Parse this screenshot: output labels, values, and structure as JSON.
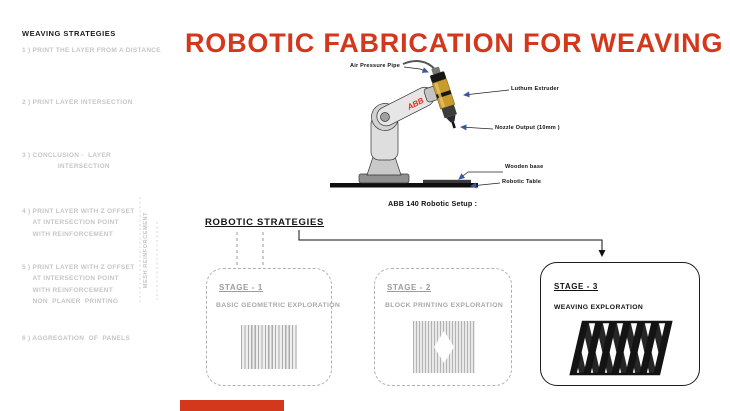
{
  "accent_color": "#d4381c",
  "brand_red": "#e0301e",
  "extruder_gold": "#c99a2e",
  "header": {
    "title": "ROBOTIC  FABRICATION FOR WEAVING"
  },
  "sidebar": {
    "title": "WEAVING STRATEGIES",
    "items": [
      "1 ) PRINT THE LAYER FROM A DISTANCE",
      "2 ) PRINT LAYER INTERSECTION",
      "3 ) CONCLUSION -  LAYER\n                 INTERSECTION",
      "4 ) PRINT LAYER WITH Z OFFSET\n     AT INTERSECTION POINT\n     WITH REINFORCEMENT",
      "5 ) PRINT LAYER WITH Z OFFSET\n     AT INTERSECTION POINT\n     WITH REINFORCEMENT\n     NON  PLANER  PRINTING",
      "6 ) AGGREGATION  OF  PANELS"
    ],
    "annotation": "MESH  REINFORCEMENT"
  },
  "robot": {
    "caption": "ABB 140 Robotic Setup :",
    "brand": "ABB",
    "labels": {
      "air_pressure_pipe": "Air Pressure Pipe",
      "extruder": "Luthum  Extruder",
      "nozzle": "Nozzle Output (10mm )",
      "wooden_base": "Wooden base",
      "robotic_table": "Robotic  Table"
    }
  },
  "strategies": {
    "title": "ROBOTIC  STRATEGIES",
    "stages": [
      {
        "label": "STAGE - 1",
        "description": "BASIC  GEOMETRIC  EXPLORATION"
      },
      {
        "label": "STAGE - 2",
        "description": "BLOCK PRINTING  EXPLORATION"
      },
      {
        "label": "STAGE - 3",
        "description": "WEAVING  EXPLORATION"
      }
    ]
  }
}
